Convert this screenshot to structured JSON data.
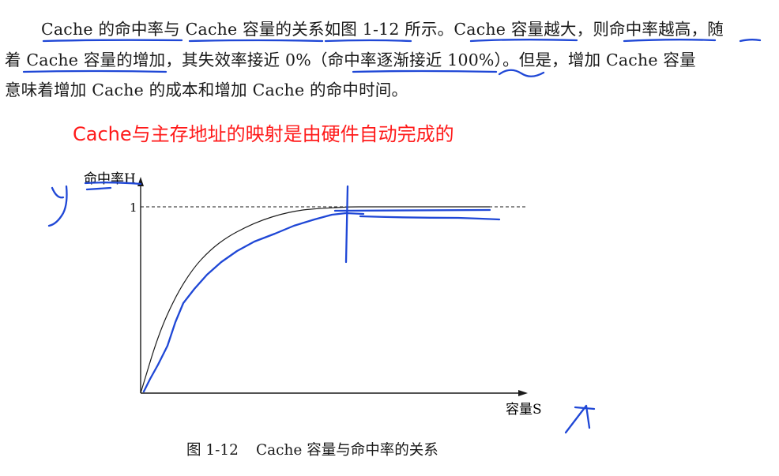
{
  "paragraph": {
    "lines": [
      "Cache 的命中率与 Cache 容量的关系如图 1-12 所示。Cache 容量越大，则命中率越高，随",
      "着 Cache 容量的增加，其失效率接近 0%（命中率逐渐接近 100%）。但是，增加 Cache 容量",
      "意味着增加 Cache 的成本和增加 Cache 的命中时间。"
    ]
  },
  "note": "Cache与主存地址的映射是由硬件自动完成的",
  "figure": {
    "caption_number": "图 1-12",
    "caption_text": "Cache 容量与命中率的关系"
  },
  "chart_data": {
    "type": "line",
    "title": "",
    "xlabel": "容量S",
    "ylabel": "命中率H",
    "y_ticks": [
      "1"
    ],
    "reference_line": {
      "y": 1,
      "style": "dashed"
    },
    "series": [
      {
        "x": [
          0,
          0.05,
          0.1,
          0.15,
          0.2,
          0.25,
          0.3,
          0.35,
          0.4,
          0.45,
          0.5,
          0.55,
          0.6,
          0.65,
          0.7,
          0.75,
          0.8,
          0.85,
          0.9,
          0.95,
          1.0
        ],
        "y": [
          0.0,
          0.31,
          0.52,
          0.67,
          0.77,
          0.84,
          0.89,
          0.93,
          0.96,
          0.98,
          0.99,
          0.995,
          1.0,
          1.0,
          1.0,
          1.0,
          1.0,
          1.0,
          1.0,
          1.0,
          1.0
        ]
      }
    ],
    "grid": false,
    "legend": "none"
  },
  "colors": {
    "text": "#1a1a1a",
    "note": "#ff1a1a",
    "ink": "#1f47d6",
    "axis": "#1a1a1a"
  }
}
